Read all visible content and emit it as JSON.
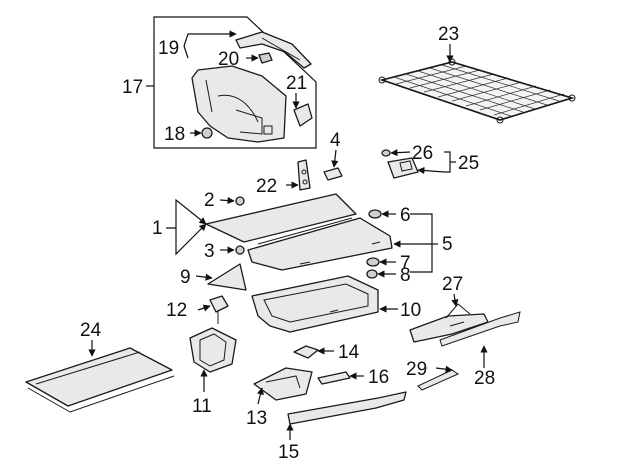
{
  "callouts": {
    "n1": "1",
    "n2": "2",
    "n3": "3",
    "n4": "4",
    "n5": "5",
    "n6": "6",
    "n7": "7",
    "n8": "8",
    "n9": "9",
    "n10": "10",
    "n11": "11",
    "n12": "12",
    "n13": "13",
    "n14": "14",
    "n15": "15",
    "n16": "16",
    "n17": "17",
    "n18": "18",
    "n19": "19",
    "n20": "20",
    "n21": "21",
    "n22": "22",
    "n23": "23",
    "n24": "24",
    "n25": "25",
    "n26": "26",
    "n27": "27",
    "n28": "28",
    "n29": "29"
  }
}
